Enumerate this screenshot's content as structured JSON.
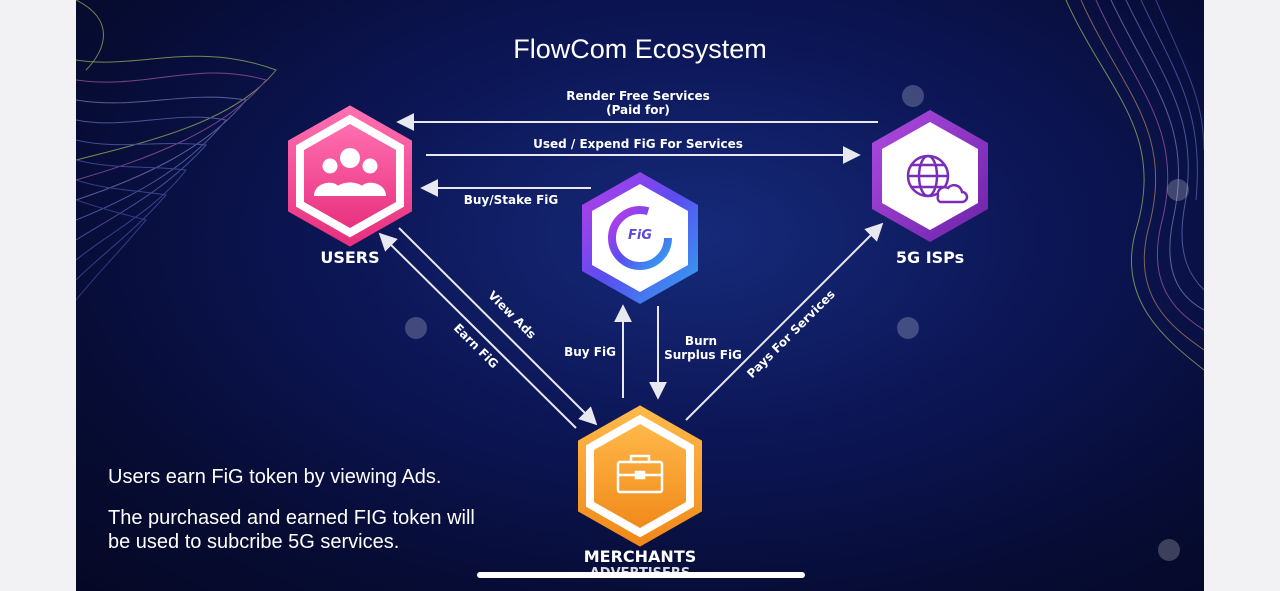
{
  "diagram": {
    "title": "FlowCom Ecosystem",
    "nodes": {
      "users": {
        "label": "USERS"
      },
      "isps": {
        "label": "5G ISPs"
      },
      "fig": {
        "label": "FiG"
      },
      "merchants": {
        "label": "MERCHANTS",
        "sublabel": "ADVERTISERS"
      }
    },
    "edges": {
      "render_free": {
        "line1": "Render Free Services",
        "line2": "(Paid for)"
      },
      "used_expend": "Used / Expend FiG For Services",
      "buy_stake": "Buy/Stake FiG",
      "view_ads": "View Ads",
      "earn_fig": "Earn FiG",
      "buy_fig": "Buy FiG",
      "burn": {
        "line1": "Burn",
        "line2": "Surplus FiG"
      },
      "pays_for": "Pays For Services"
    },
    "captions": {
      "line1": "Users earn FiG token by viewing Ads.",
      "line2a": "The purchased and earned FIG token will",
      "line2b": "be used to subcribe 5G services."
    },
    "colors": {
      "background": "#0a1450",
      "users": "#f0559a",
      "isps": "#8a34c4",
      "fig": "#5a3fe0",
      "merchants": "#f5a623"
    }
  }
}
